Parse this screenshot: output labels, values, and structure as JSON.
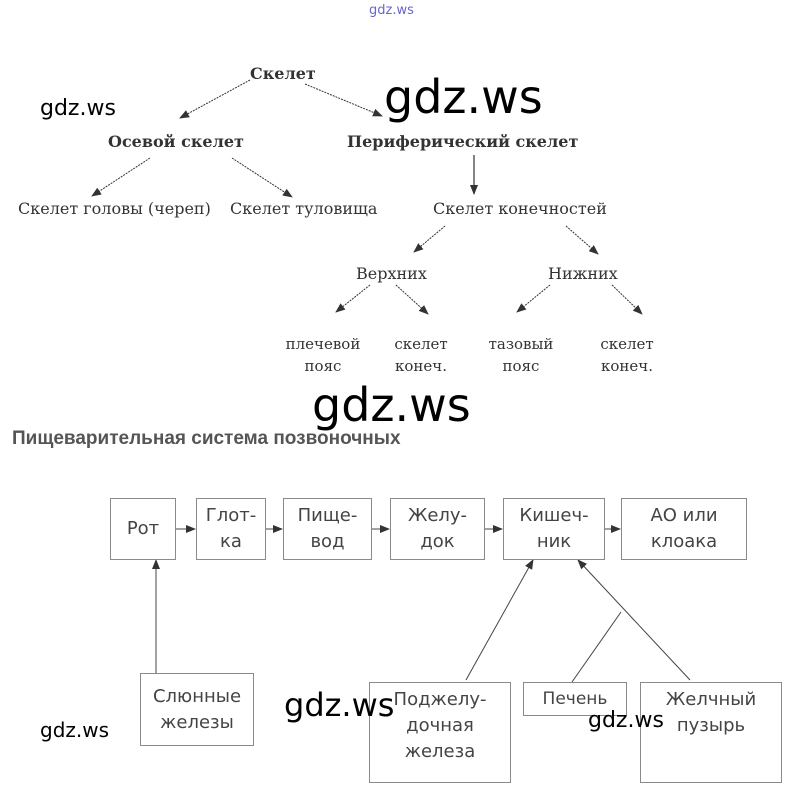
{
  "watermark": {
    "top_small": "gdz.ws",
    "large": "gdz.ws",
    "small": "gdz.ws"
  },
  "skeleton_tree": {
    "root": "Скелет",
    "axial": "Осевой   скелет",
    "peripheral": "Периферический скелет",
    "head": "Скелет головы (череп)",
    "trunk": "Скелет туловища",
    "limbs": "Скелет конечностей",
    "upper": "Верхних",
    "lower": "Нижних",
    "shoulder_girdle": [
      "плечевой",
      "пояс"
    ],
    "upper_limb_skeleton": [
      "скелет",
      "конеч."
    ],
    "pelvic_girdle": [
      "тазовый",
      "пояс"
    ],
    "lower_limb_skeleton": [
      "скелет",
      "конеч."
    ]
  },
  "digestive": {
    "title": "Пищеварительная система позвоночных",
    "chain": [
      "Рот",
      "Глот-\nка",
      "Пище-\nвод",
      "Желу-\nдок",
      "Кишеч-\nник",
      "АО или\nклоака"
    ],
    "salivary": "Слюнные\nжелезы",
    "pancreas": "Поджелу-\nдочная\nжелеза",
    "liver": "Печень",
    "gallbladder": "Желчный\nпузырь"
  }
}
